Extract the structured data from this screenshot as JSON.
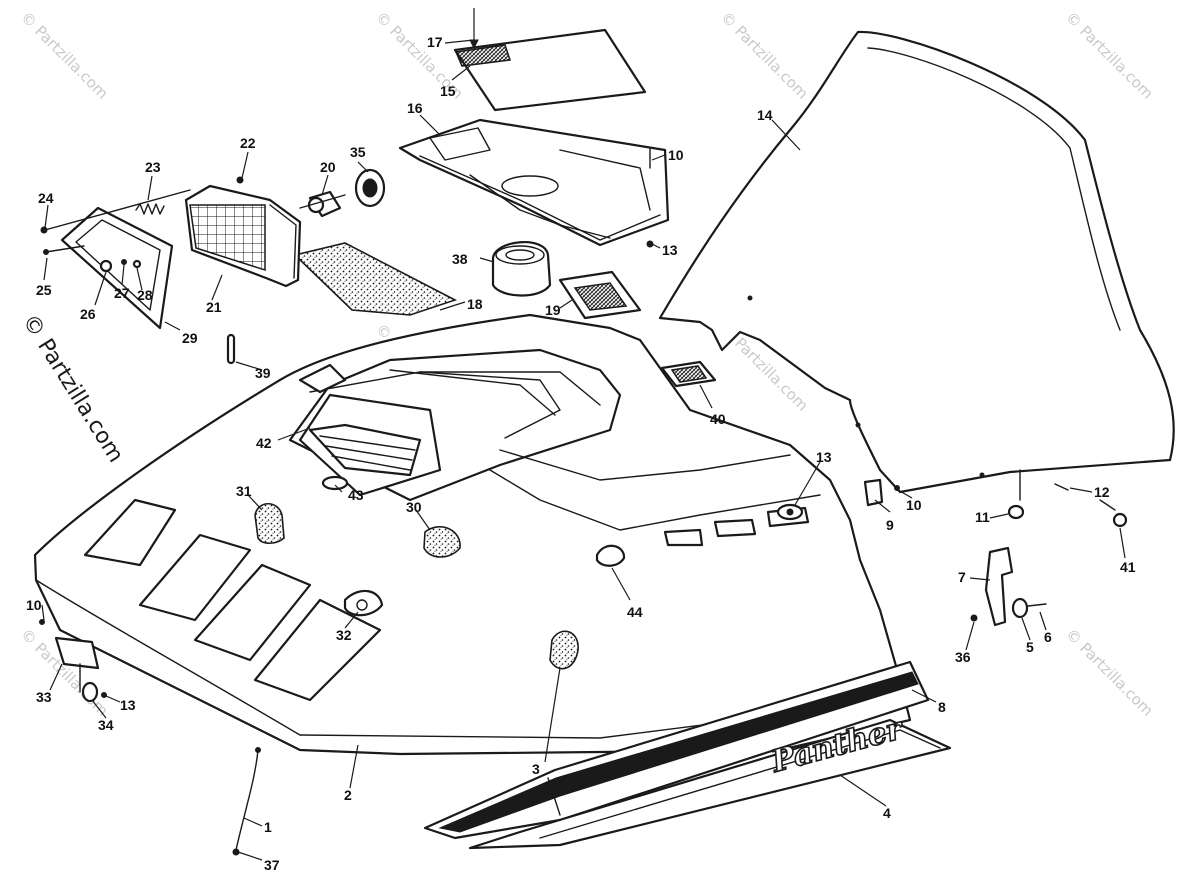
{
  "watermark": {
    "text": "© Partzilla.com",
    "side_text": "© Partzilla.com"
  },
  "decal": {
    "text": "Panther"
  },
  "callouts": [
    {
      "id": "c17",
      "label": "17"
    },
    {
      "id": "c15",
      "label": "15"
    },
    {
      "id": "c16",
      "label": "16"
    },
    {
      "id": "c10a",
      "label": "10"
    },
    {
      "id": "c13a",
      "label": "13"
    },
    {
      "id": "c14",
      "label": "14"
    },
    {
      "id": "c22",
      "label": "22"
    },
    {
      "id": "c23",
      "label": "23"
    },
    {
      "id": "c20",
      "label": "20"
    },
    {
      "id": "c35",
      "label": "35"
    },
    {
      "id": "c24",
      "label": "24"
    },
    {
      "id": "c25",
      "label": "25"
    },
    {
      "id": "c26",
      "label": "26"
    },
    {
      "id": "c27",
      "label": "27"
    },
    {
      "id": "c28",
      "label": "28"
    },
    {
      "id": "c21",
      "label": "21"
    },
    {
      "id": "c29",
      "label": "29"
    },
    {
      "id": "c18",
      "label": "18"
    },
    {
      "id": "c38",
      "label": "38"
    },
    {
      "id": "c19",
      "label": "19"
    },
    {
      "id": "c39",
      "label": "39"
    },
    {
      "id": "c40",
      "label": "40"
    },
    {
      "id": "c42",
      "label": "42"
    },
    {
      "id": "c43",
      "label": "43"
    },
    {
      "id": "c31",
      "label": "31"
    },
    {
      "id": "c30",
      "label": "30"
    },
    {
      "id": "c13b",
      "label": "13"
    },
    {
      "id": "c9",
      "label": "9"
    },
    {
      "id": "c10b",
      "label": "10"
    },
    {
      "id": "c12",
      "label": "12"
    },
    {
      "id": "c11",
      "label": "11"
    },
    {
      "id": "c41",
      "label": "41"
    },
    {
      "id": "c44",
      "label": "44"
    },
    {
      "id": "c7",
      "label": "7"
    },
    {
      "id": "c6",
      "label": "6"
    },
    {
      "id": "c5",
      "label": "5"
    },
    {
      "id": "c36",
      "label": "36"
    },
    {
      "id": "c10c",
      "label": "10"
    },
    {
      "id": "c32",
      "label": "32"
    },
    {
      "id": "c33",
      "label": "33"
    },
    {
      "id": "c13c",
      "label": "13"
    },
    {
      "id": "c34",
      "label": "34"
    },
    {
      "id": "c8",
      "label": "8"
    },
    {
      "id": "c2",
      "label": "2"
    },
    {
      "id": "c3",
      "label": "3"
    },
    {
      "id": "c4",
      "label": "4"
    },
    {
      "id": "c1",
      "label": "1"
    },
    {
      "id": "c37",
      "label": "37"
    }
  ]
}
